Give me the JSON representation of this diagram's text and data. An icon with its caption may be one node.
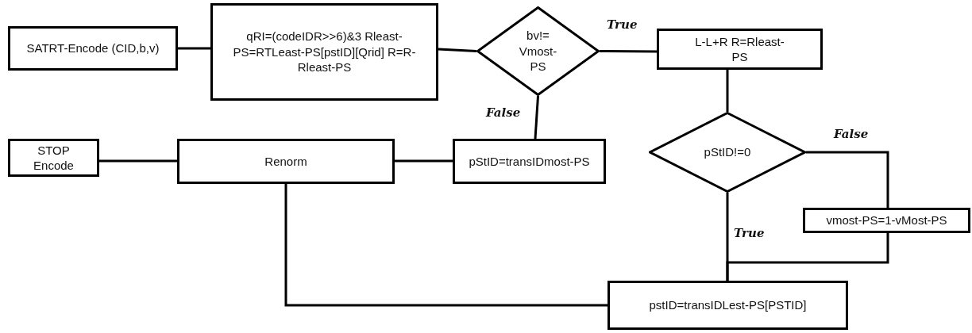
{
  "diagram": {
    "nodes": [
      {
        "text": [
          "SATRT-Encode (CID,b,v)"
        ]
      },
      {
        "text": [
          "qRI=(codeIDR>>6)&3  Rleast-PS=RTLeast-PS[pstID][Qrid] R=R-Rleast-PS"
        ]
      },
      {
        "text": [
          "bv!= Vmost-PS"
        ]
      },
      {
        "text": [
          "L-L+R R=Rleast-PS"
        ]
      },
      {
        "text": [
          "STOP Encode"
        ]
      },
      {
        "text": [
          "Renorm"
        ]
      },
      {
        "text": [
          "pStID=transIDmost-PS"
        ]
      },
      {
        "text": [
          "pStID!=0"
        ]
      },
      {
        "text": [
          "vmost-PS=1-vMost-PS"
        ]
      },
      {
        "text": [
          "pstID=transIDLest-PS[PSTID]"
        ]
      }
    ],
    "edges": [
      {
        "from": 0,
        "to": 1,
        "arrow": "none"
      },
      {
        "from": 1,
        "to": 2,
        "arrow": "none"
      },
      {
        "from": 2,
        "to": 3,
        "arrow": "none",
        "label": "True"
      },
      {
        "from": 2,
        "to": 6,
        "arrow": "none",
        "label": "False"
      },
      {
        "from": 3,
        "to": 7,
        "arrow": "none"
      },
      {
        "from": 7,
        "to": 8,
        "arrow": "none",
        "label": "False"
      },
      {
        "from": 7,
        "to": 9,
        "arrow": "none",
        "label": "True"
      },
      {
        "from": 8,
        "to": 9,
        "arrow": "none"
      },
      {
        "from": 9,
        "to": 5,
        "arrow": "none"
      },
      {
        "from": 6,
        "to": 5,
        "arrow": "none"
      },
      {
        "from": 5,
        "to": 4,
        "arrow": "none"
      }
    ]
  }
}
